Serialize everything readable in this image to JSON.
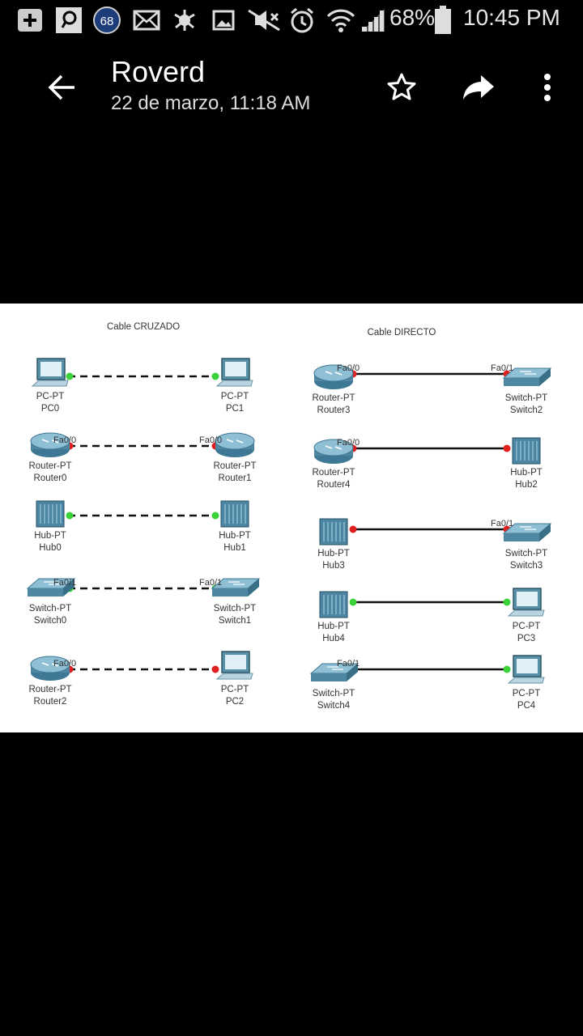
{
  "status_bar": {
    "notification_count": "68",
    "battery_percent": "68%",
    "time": "10:45 PM",
    "icons": [
      "add-icon",
      "search-app-icon",
      "badge-68-icon",
      "mail-icon",
      "usb-icon",
      "image-icon",
      "mute-icon",
      "alarm-icon",
      "wifi-icon",
      "signal-icon",
      "battery-icon"
    ]
  },
  "app_bar": {
    "title": "Roverd",
    "subtitle": "22 de marzo, 11:18 AM",
    "icons": [
      "back-arrow-icon",
      "star-icon",
      "share-icon",
      "more-vert-icon"
    ]
  },
  "image": {
    "left_title": "Cable CRUZADO",
    "right_title": "Cable DIRECTO",
    "left_rows": [
      {
        "a_type": "PC-PT",
        "a_name": "PC0",
        "a_port": "",
        "b_type": "PC-PT",
        "b_name": "PC1",
        "b_port": ""
      },
      {
        "a_type": "Router-PT",
        "a_name": "Router0",
        "a_port": "Fa0/0",
        "b_type": "Router-PT",
        "b_name": "Router1",
        "b_port": "Fa0/0"
      },
      {
        "a_type": "Hub-PT",
        "a_name": "Hub0",
        "a_port": "",
        "b_type": "Hub-PT",
        "b_name": "Hub1",
        "b_port": ""
      },
      {
        "a_type": "Switch-PT",
        "a_name": "Switch0",
        "a_port": "Fa0/1",
        "b_type": "Switch-PT",
        "b_name": "Switch1",
        "b_port": "Fa0/1"
      },
      {
        "a_type": "Router-PT",
        "a_name": "Router2",
        "a_port": "Fa0/0",
        "b_type": "PC-PT",
        "b_name": "PC2",
        "b_port": ""
      }
    ],
    "right_rows": [
      {
        "a_type": "Router-PT",
        "a_name": "Router3",
        "a_port": "Fa0/0",
        "b_type": "Switch-PT",
        "b_name": "Switch2",
        "b_port": "Fa0/1"
      },
      {
        "a_type": "Router-PT",
        "a_name": "Router4",
        "a_port": "Fa0/0",
        "b_type": "Hub-PT",
        "b_name": "Hub2",
        "b_port": ""
      },
      {
        "a_type": "Hub-PT",
        "a_name": "Hub3",
        "a_port": "",
        "b_type": "Switch-PT",
        "b_name": "Switch3",
        "b_port": "Fa0/1"
      },
      {
        "a_type": "Hub-PT",
        "a_name": "Hub4",
        "a_port": "",
        "b_type": "PC-PT",
        "b_name": "PC3",
        "b_port": ""
      },
      {
        "a_type": "Switch-PT",
        "a_name": "Switch4",
        "a_port": "Fa0/1",
        "b_type": "PC-PT",
        "b_name": "PC4",
        "b_port": ""
      }
    ]
  }
}
